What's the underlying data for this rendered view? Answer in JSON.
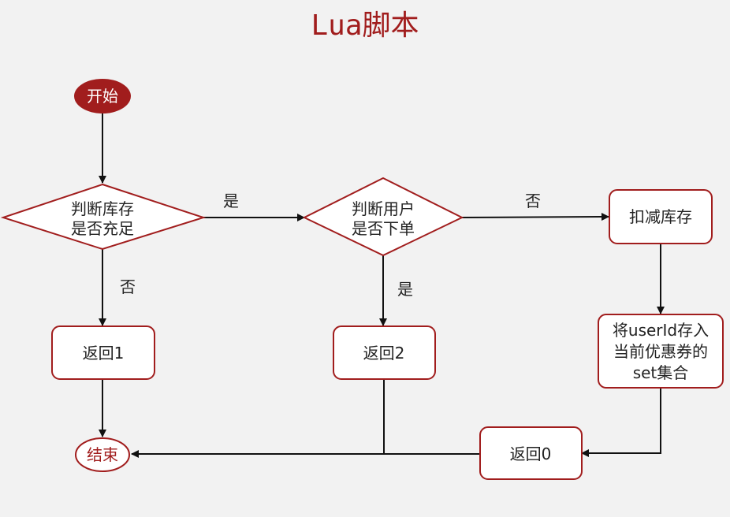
{
  "title": "Lua脚本",
  "nodes": {
    "start": "开始",
    "check_stock_l1": "判断库存",
    "check_stock_l2": "是否充足",
    "check_user_l1": "判断用户",
    "check_user_l2": "是否下单",
    "deduct": "扣减库存",
    "ret1": "返回1",
    "ret2": "返回2",
    "save_l1": "将userId存入",
    "save_l2": "当前优惠券的",
    "save_l3": "set集合",
    "ret0": "返回0",
    "end": "结束"
  },
  "edges": {
    "stock_yes": "是",
    "stock_no": "否",
    "user_no": "否",
    "user_yes": "是"
  },
  "colors": {
    "accent": "#a11d1d",
    "background": "#f2f2f2",
    "line": "#111111"
  }
}
